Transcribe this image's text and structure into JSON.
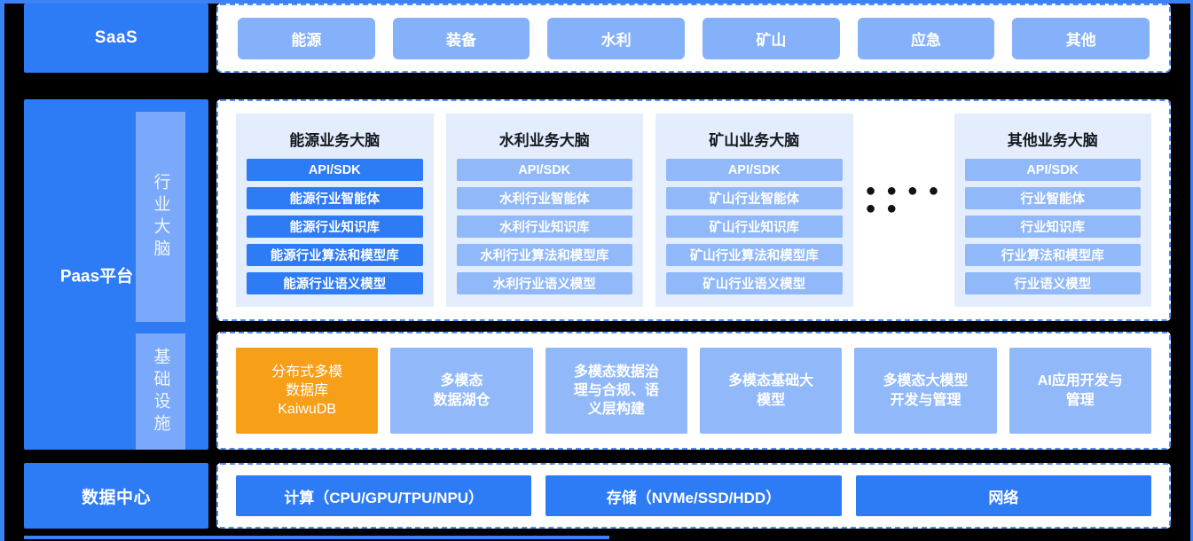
{
  "layers": {
    "saas": {
      "label": "SaaS",
      "apps": [
        "能源",
        "装备",
        "水利",
        "矿山",
        "应急",
        "其他"
      ]
    },
    "paas": {
      "label": "Paas平台",
      "vertical_strips": [
        {
          "name": "industry-brain",
          "label": "行业大脑"
        },
        {
          "name": "infrastructure",
          "label": "基础设施"
        }
      ],
      "brains": [
        {
          "title": "能源业务大脑",
          "style": "dark",
          "items": [
            "API/SDK",
            "能源行业智能体",
            "能源行业知识库",
            "能源行业算法和模型库",
            "能源行业语义模型"
          ]
        },
        {
          "title": "水利业务大脑",
          "style": "light",
          "items": [
            "API/SDK",
            "水利行业智能体",
            "水利行业知识库",
            "水利行业算法和模型库",
            "水利行业语义模型"
          ]
        },
        {
          "title": "矿山业务大脑",
          "style": "light",
          "items": [
            "API/SDK",
            "矿山行业智能体",
            "矿山行业知识库",
            "矿山行业算法和模型库",
            "矿山行业语义模型"
          ]
        },
        {
          "title": "其他业务大脑",
          "style": "light",
          "items": [
            "API/SDK",
            "行业智能体",
            "行业知识库",
            "行业算法和模型库",
            "行业语义模型"
          ]
        }
      ],
      "brain_ellipsis": "● ● ● ● ● ●",
      "infrastructure_items": [
        {
          "label": "分布式多模\n数据库\nKaiwuDB",
          "accent": true
        },
        {
          "label": "多模态\n数据湖仓",
          "accent": false
        },
        {
          "label": "多模态数据治\n理与合规、语\n义层构建",
          "accent": false
        },
        {
          "label": "多模态基础大\n模型",
          "accent": false
        },
        {
          "label": "多模态大模型\n开发与管理",
          "accent": false
        },
        {
          "label": "AI应用开发与\n管理",
          "accent": false
        }
      ]
    },
    "datacenter": {
      "label": "数据中心",
      "items": [
        "计算（CPU/GPU/TPU/NPU）",
        "存储（NVMe/SSD/HDD）",
        "网络"
      ]
    }
  },
  "colors": {
    "primary_blue": "#2e7bf6",
    "light_blue": "#91b9f9",
    "chip_blue": "#85b0fa",
    "card_bg": "#e3edfd",
    "accent_orange": "#f7a017",
    "border_blue": "#4a90f7",
    "background": "#000000"
  }
}
